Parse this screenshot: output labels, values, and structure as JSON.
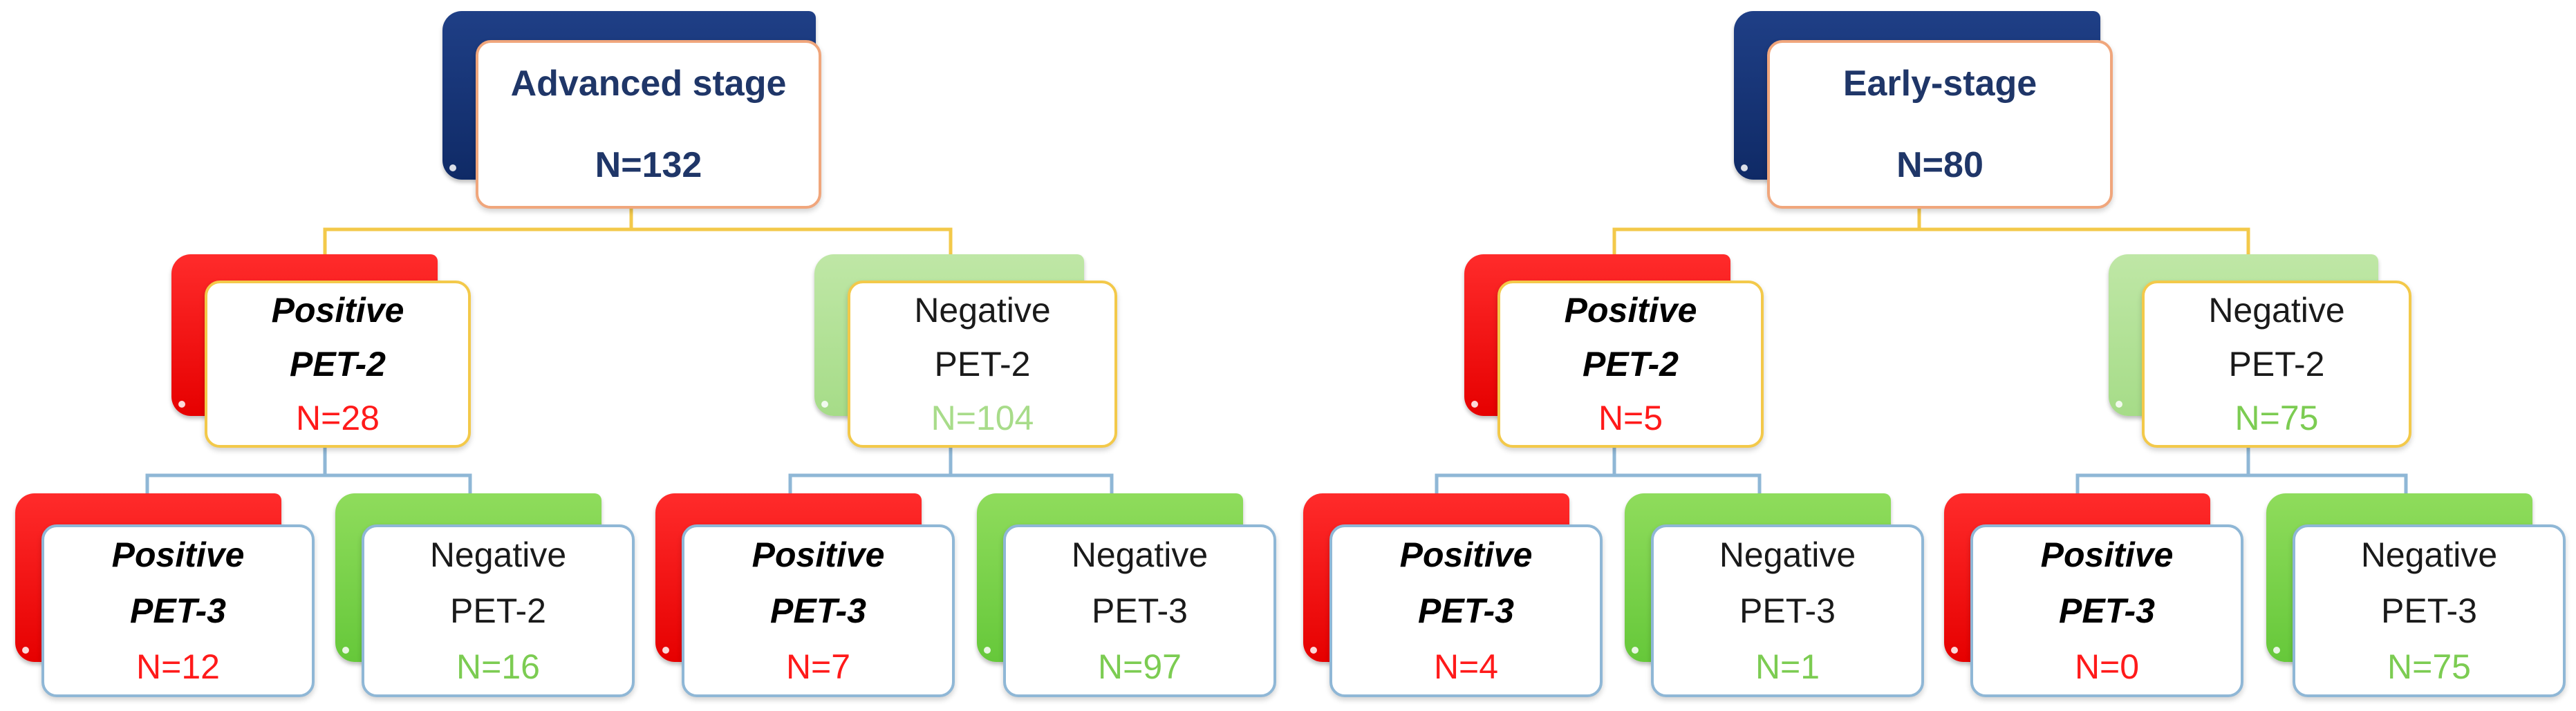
{
  "trees": [
    {
      "root": {
        "title": "Advanced stage",
        "count": "N=132"
      },
      "positive": {
        "line1": "Positive",
        "line2": "PET-2",
        "count": "N=28"
      },
      "negative": {
        "line1": "Negative",
        "line2": "PET-2",
        "count": "N=104"
      },
      "leaves": [
        {
          "line1": "Positive",
          "line2": "PET-3",
          "count": "N=12"
        },
        {
          "line1": "Negative",
          "line2": "PET-2",
          "count": "N=16"
        },
        {
          "line1": "Positive",
          "line2": "PET-3",
          "count": "N=7"
        },
        {
          "line1": "Negative",
          "line2": "PET-3",
          "count": "N=97"
        }
      ]
    },
    {
      "root": {
        "title": "Early-stage",
        "count": "N=80"
      },
      "positive": {
        "line1": "Positive",
        "line2": "PET-2",
        "count": "N=5"
      },
      "negative": {
        "line1": "Negative",
        "line2": "PET-2",
        "count": "N=75"
      },
      "leaves": [
        {
          "line1": "Positive",
          "line2": "PET-3",
          "count": "N=4"
        },
        {
          "line1": "Negative",
          "line2": "PET-3",
          "count": "N=1"
        },
        {
          "line1": "Positive",
          "line2": "PET-3",
          "count": "N=0"
        },
        {
          "line1": "Negative",
          "line2": "PET-3",
          "count": "N=75"
        }
      ]
    }
  ],
  "colors": {
    "root_back": "#0f2a66",
    "positive": "#ff1a1a",
    "negative_mid": "#a8dc8a",
    "negative_leaf": "#7ccc52",
    "connector_top": "#f3c94a",
    "connector_bottom": "#8fb7d6"
  }
}
